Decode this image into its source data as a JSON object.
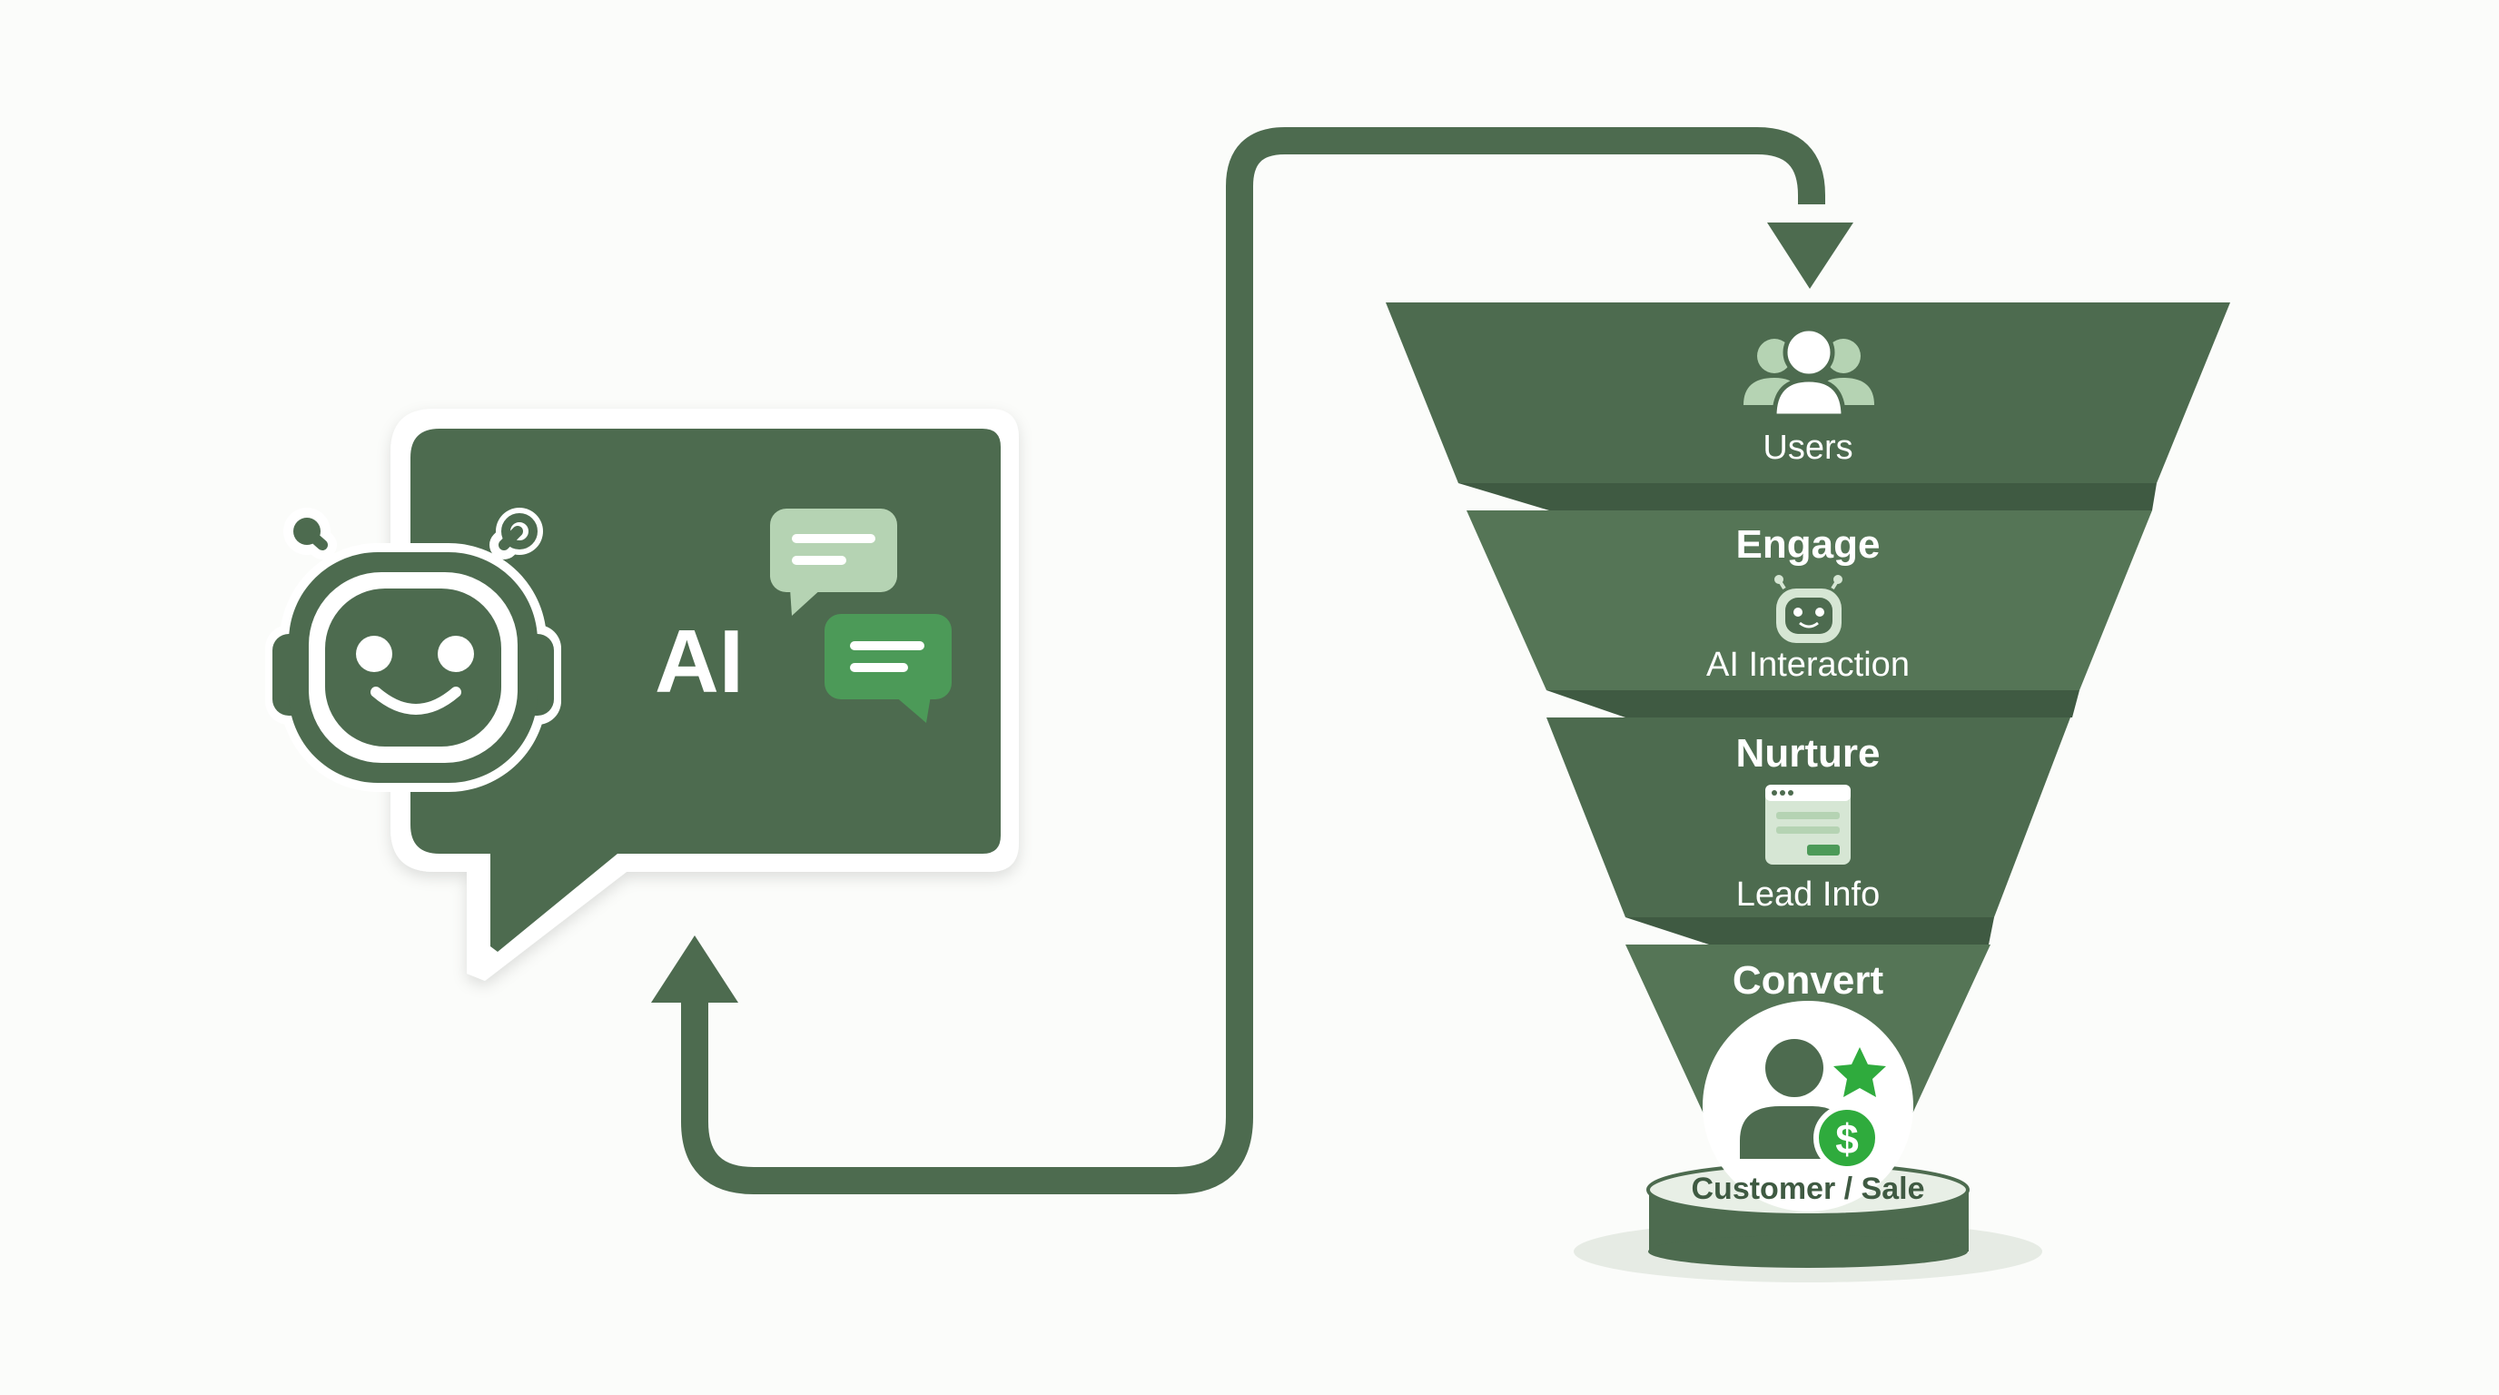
{
  "chat_panel": {
    "label": "AI"
  },
  "funnel": {
    "stages": [
      {
        "title": "",
        "subtitle": "Users",
        "icon": "users-group-icon"
      },
      {
        "title": "Engage",
        "subtitle": "AI Interaction",
        "icon": "robot-icon"
      },
      {
        "title": "Nurture",
        "subtitle": "Lead Info",
        "icon": "form-window-icon"
      },
      {
        "title": "Convert",
        "subtitle": "",
        "icon": "customer-star-dollar-icon"
      }
    ],
    "pedestal_label": "Customer / Sale"
  },
  "colors": {
    "dark_green": "#4d6b4f",
    "mid_green": "#5a7d5b",
    "light_green": "#b5d3b3",
    "bright_green": "#4c9a58",
    "accent_green": "#2fab3d",
    "background": "#fbfcfa"
  }
}
